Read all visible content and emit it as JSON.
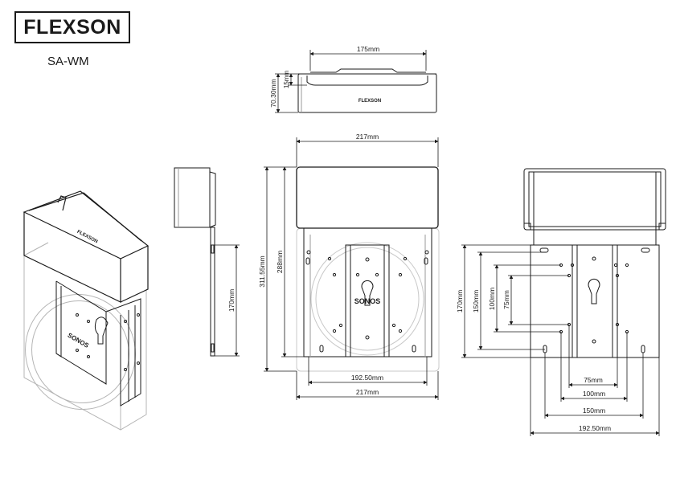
{
  "brand": {
    "logo_text": "FLEXSON",
    "model": "SA-WM"
  },
  "device": {
    "plate_brand": "FLEXSON",
    "speaker_brand": "SONOS"
  },
  "top_view": {
    "width": "175mm",
    "height": "70.30mm",
    "lip": "15mm"
  },
  "front_view": {
    "top_width": "217mm",
    "total_height": "311.55mm",
    "plate_height": "288mm",
    "hole_span": "192.50mm",
    "bottom_width": "217mm"
  },
  "side_view": {
    "bracket_height": "170mm"
  },
  "back_view": {
    "height_170": "170mm",
    "height_150": "150mm",
    "height_100": "100mm",
    "height_75": "75mm",
    "width_75": "75mm",
    "width_100": "100mm",
    "width_150": "150mm",
    "width_192": "192.50mm"
  },
  "colors": {
    "line": "#1a1a1a",
    "light": "#9a9a9a",
    "faint": "#c8c8c8"
  }
}
